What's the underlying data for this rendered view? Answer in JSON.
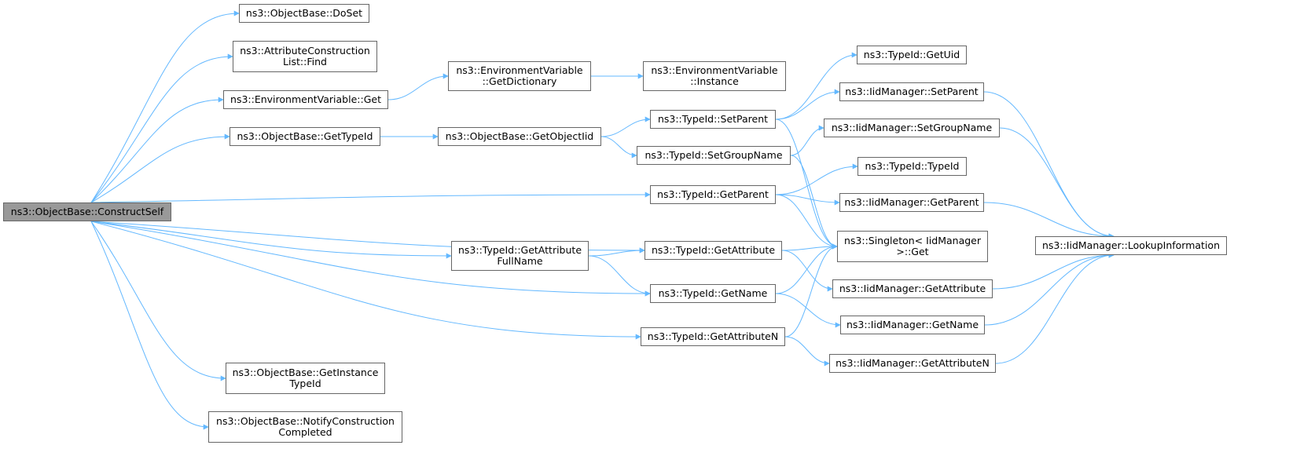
{
  "graph": {
    "edge_color": "#63b8ff",
    "root_fill": "#999999",
    "node_border": "#666666",
    "nodes": [
      {
        "id": "constructself",
        "label": "ns3::ObjectBase::ConstructSelf",
        "root": true
      },
      {
        "id": "doset",
        "label": "ns3::ObjectBase::DoSet"
      },
      {
        "id": "attrfind",
        "label": "ns3::AttributeConstruction\nList::Find"
      },
      {
        "id": "envget",
        "label": "ns3::EnvironmentVariable::Get"
      },
      {
        "id": "gettypeid",
        "label": "ns3::ObjectBase::GetTypeId"
      },
      {
        "id": "getinstancetypeid",
        "label": "ns3::ObjectBase::GetInstance\nTypeId"
      },
      {
        "id": "notifyconstruction",
        "label": "ns3::ObjectBase::NotifyConstruction\nCompleted"
      },
      {
        "id": "envgetdict",
        "label": "ns3::EnvironmentVariable\n::GetDictionary"
      },
      {
        "id": "envinstance",
        "label": "ns3::EnvironmentVariable\n::Instance"
      },
      {
        "id": "getobjectiid",
        "label": "ns3::ObjectBase::GetObjectIid"
      },
      {
        "id": "getattrfullname",
        "label": "ns3::TypeId::GetAttribute\nFullName"
      },
      {
        "id": "tid_setparent",
        "label": "ns3::TypeId::SetParent"
      },
      {
        "id": "tid_setgroupname",
        "label": "ns3::TypeId::SetGroupName"
      },
      {
        "id": "tid_getparent",
        "label": "ns3::TypeId::GetParent"
      },
      {
        "id": "tid_getattribute",
        "label": "ns3::TypeId::GetAttribute"
      },
      {
        "id": "tid_getname",
        "label": "ns3::TypeId::GetName"
      },
      {
        "id": "tid_getattributen",
        "label": "ns3::TypeId::GetAttributeN"
      },
      {
        "id": "tid_getuid",
        "label": "ns3::TypeId::GetUid"
      },
      {
        "id": "tid_typeid",
        "label": "ns3::TypeId::TypeId"
      },
      {
        "id": "iid_setparent",
        "label": "ns3::IidManager::SetParent"
      },
      {
        "id": "iid_setgroupname",
        "label": "ns3::IidManager::SetGroupName"
      },
      {
        "id": "iid_getparent",
        "label": "ns3::IidManager::GetParent"
      },
      {
        "id": "singleton_get",
        "label": "ns3::Singleton< IidManager\n>::Get"
      },
      {
        "id": "iid_getattribute",
        "label": "ns3::IidManager::GetAttribute"
      },
      {
        "id": "iid_getname",
        "label": "ns3::IidManager::GetName"
      },
      {
        "id": "iid_getattributen",
        "label": "ns3::IidManager::GetAttributeN"
      },
      {
        "id": "iid_lookup",
        "label": "ns3::IidManager::LookupInformation"
      }
    ],
    "edges": [
      [
        "constructself",
        "doset"
      ],
      [
        "constructself",
        "attrfind"
      ],
      [
        "constructself",
        "envget"
      ],
      [
        "constructself",
        "gettypeid"
      ],
      [
        "constructself",
        "tid_getparent"
      ],
      [
        "constructself",
        "tid_getattribute"
      ],
      [
        "constructself",
        "getattrfullname"
      ],
      [
        "constructself",
        "tid_getname"
      ],
      [
        "constructself",
        "tid_getattributen"
      ],
      [
        "constructself",
        "getinstancetypeid"
      ],
      [
        "constructself",
        "notifyconstruction"
      ],
      [
        "envget",
        "envgetdict"
      ],
      [
        "envgetdict",
        "envinstance"
      ],
      [
        "gettypeid",
        "getobjectiid"
      ],
      [
        "getobjectiid",
        "tid_setparent"
      ],
      [
        "getobjectiid",
        "tid_setgroupname"
      ],
      [
        "getattrfullname",
        "tid_getattribute"
      ],
      [
        "getattrfullname",
        "tid_getname"
      ],
      [
        "tid_setparent",
        "tid_getuid"
      ],
      [
        "tid_setparent",
        "iid_setparent"
      ],
      [
        "tid_setparent",
        "singleton_get"
      ],
      [
        "tid_setgroupname",
        "iid_setgroupname"
      ],
      [
        "tid_setgroupname",
        "singleton_get"
      ],
      [
        "tid_getparent",
        "tid_typeid"
      ],
      [
        "tid_getparent",
        "iid_getparent"
      ],
      [
        "tid_getparent",
        "singleton_get"
      ],
      [
        "tid_getattribute",
        "singleton_get"
      ],
      [
        "tid_getattribute",
        "iid_getattribute"
      ],
      [
        "tid_getname",
        "singleton_get"
      ],
      [
        "tid_getname",
        "iid_getname"
      ],
      [
        "tid_getattributen",
        "singleton_get"
      ],
      [
        "tid_getattributen",
        "iid_getattributen"
      ],
      [
        "iid_setparent",
        "iid_lookup"
      ],
      [
        "iid_setgroupname",
        "iid_lookup"
      ],
      [
        "iid_getparent",
        "iid_lookup"
      ],
      [
        "iid_getattribute",
        "iid_lookup"
      ],
      [
        "iid_getname",
        "iid_lookup"
      ],
      [
        "iid_getattributen",
        "iid_lookup"
      ]
    ]
  }
}
